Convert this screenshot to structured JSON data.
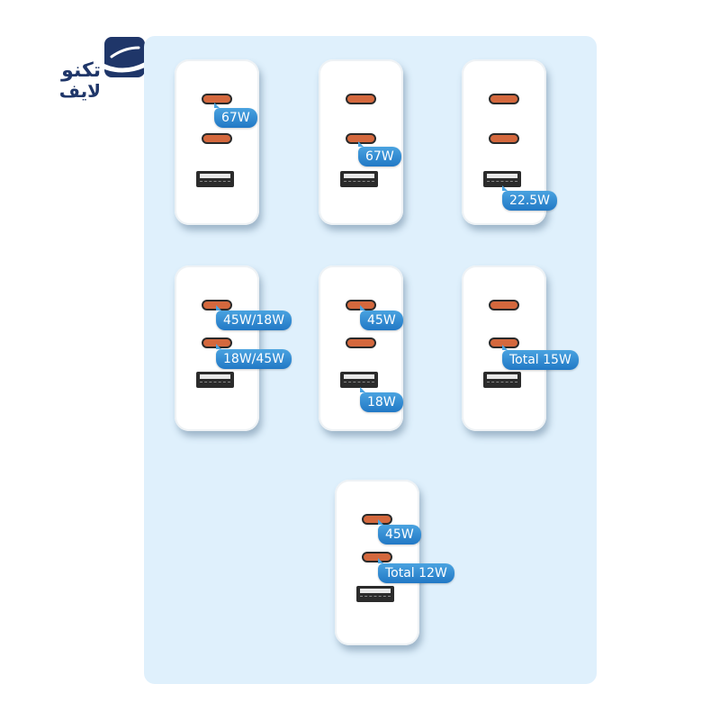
{
  "logo": {
    "line1": "تکنو",
    "line2": "لایف",
    "mark_color": "#1f3669",
    "icon": "tecnolife-logo-icon"
  },
  "panel": {
    "background": "#dff0fc"
  },
  "chargers": [
    {
      "id": 1,
      "labels": [
        {
          "text": "67W",
          "port": "usb-c-1"
        }
      ]
    },
    {
      "id": 2,
      "labels": [
        {
          "text": "67W",
          "port": "usb-c-2"
        }
      ]
    },
    {
      "id": 3,
      "labels": [
        {
          "text": "22.5W",
          "port": "usb-a"
        }
      ]
    },
    {
      "id": 4,
      "labels": [
        {
          "text": "45W/18W",
          "port": "usb-c-1"
        },
        {
          "text": "18W/45W",
          "port": "usb-c-2"
        }
      ]
    },
    {
      "id": 5,
      "labels": [
        {
          "text": "45W",
          "port": "usb-c-1"
        },
        {
          "text": "18W",
          "port": "usb-a"
        }
      ]
    },
    {
      "id": 6,
      "labels": [
        {
          "text": "Total 15W",
          "port": "usb-c-2+usb-a"
        }
      ]
    },
    {
      "id": 7,
      "labels": [
        {
          "text": "45W",
          "port": "usb-c-1"
        },
        {
          "text": "Total 12W",
          "port": "usb-c-2+usb-a"
        }
      ]
    }
  ],
  "colors": {
    "bubble": "#2f8ad6",
    "port_c": "#d4683d",
    "charger": "#ffffff"
  }
}
